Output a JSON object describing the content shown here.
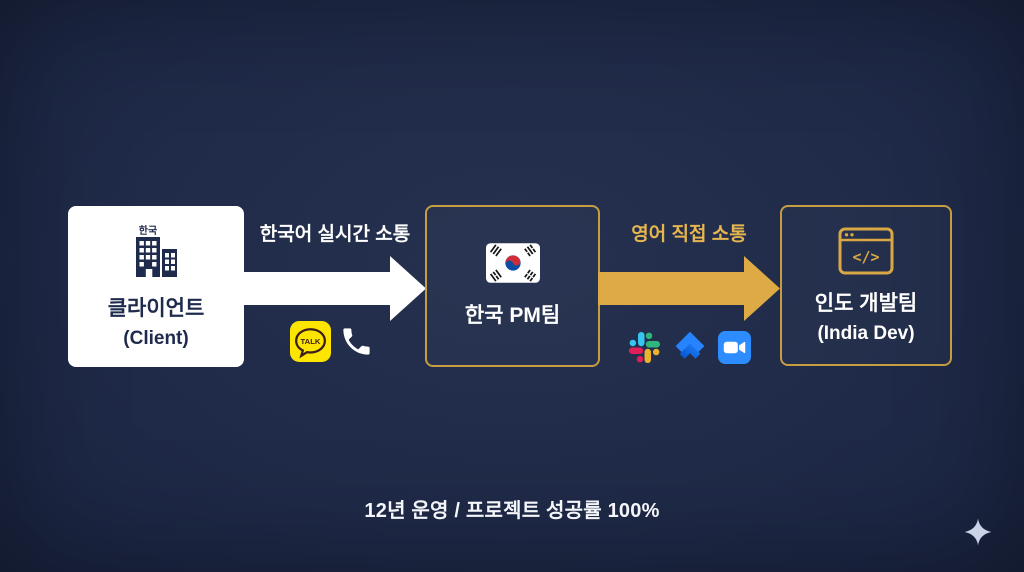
{
  "slide": {
    "footer": "12년 운영 / 프로젝트 성공률 100%"
  },
  "colors": {
    "background": "#1f2a48",
    "gold_border": "#c79d42",
    "gold_arrow": "#ddaa45",
    "gold_text": "#e5b54f",
    "white_arrow": "#ffffff",
    "navy_text": "#1f2b4d"
  },
  "nodes": {
    "client": {
      "title": "클라이언트",
      "subtitle": "(Client)",
      "building_sign": "한국"
    },
    "pm": {
      "title": "한국 PM팀"
    },
    "dev": {
      "title": "인도 개발팀",
      "subtitle": "(India Dev)",
      "icon_glyph": "</>"
    }
  },
  "arrows": {
    "first": {
      "label": "한국어 실시간 소통",
      "tools": [
        "kakaotalk-icon",
        "phone-icon"
      ]
    },
    "second": {
      "label": "영어 직접 소통",
      "tools": [
        "slack-icon",
        "jira-icon",
        "zoom-icon"
      ]
    }
  },
  "comm": {
    "kakao_label": "TALK"
  }
}
